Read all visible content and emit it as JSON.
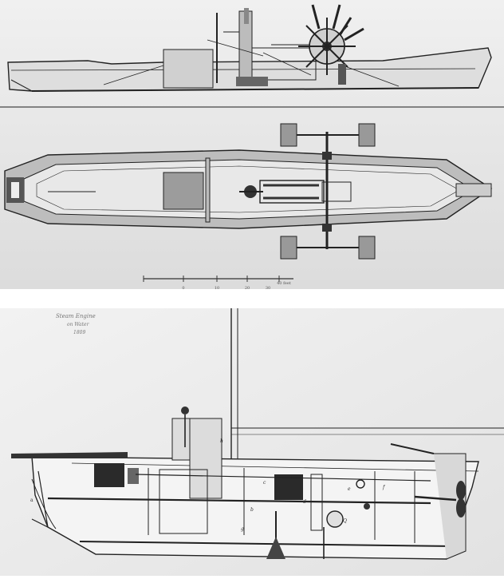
{
  "scale_bar": {
    "ticks": [
      "0",
      "10",
      "20",
      "30",
      "40 feet"
    ]
  },
  "bottom_note": {
    "line1": "Steam Engine",
    "line2": "on Water",
    "line3": "1809"
  },
  "parts_labels": [
    "a",
    "b",
    "c",
    "d",
    "e",
    "f",
    "g",
    "h",
    "Q"
  ],
  "colors": {
    "paper_top": "#ebebeb",
    "paper_bottom": "#e9e9e9",
    "ink": "#222222",
    "shade": "#8a8a8a"
  }
}
